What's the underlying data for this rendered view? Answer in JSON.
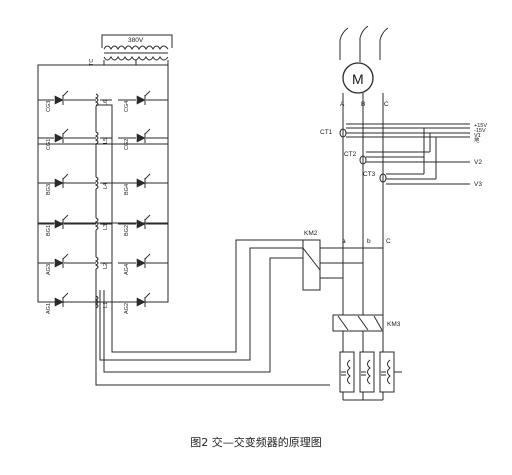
{
  "caption": "图2 交—交变频器的原理图",
  "transformer": {
    "tag": "TC",
    "voltage": "380V"
  },
  "motor": {
    "symbol": "M",
    "phases": [
      "A",
      "B",
      "C"
    ]
  },
  "thyristors_left": [
    "CG3",
    "CG1",
    "BG3",
    "BG1",
    "AG3",
    "AG1"
  ],
  "thyristors_right": [
    "CG4",
    "CG2",
    "BG4",
    "BG2",
    "AG4",
    "AG2"
  ],
  "reactors": [
    "L6",
    "L5",
    "L4",
    "L3",
    "L2",
    "L1"
  ],
  "current_transformers": [
    "CT1",
    "CT2",
    "CT3"
  ],
  "power_labels": [
    "+15V",
    "-15V",
    "V1",
    "地"
  ],
  "outputs": [
    "V2",
    "V3"
  ],
  "contactors": [
    "KM2",
    "KM3"
  ],
  "lower_phase_labels": [
    "a",
    "b",
    "C"
  ]
}
